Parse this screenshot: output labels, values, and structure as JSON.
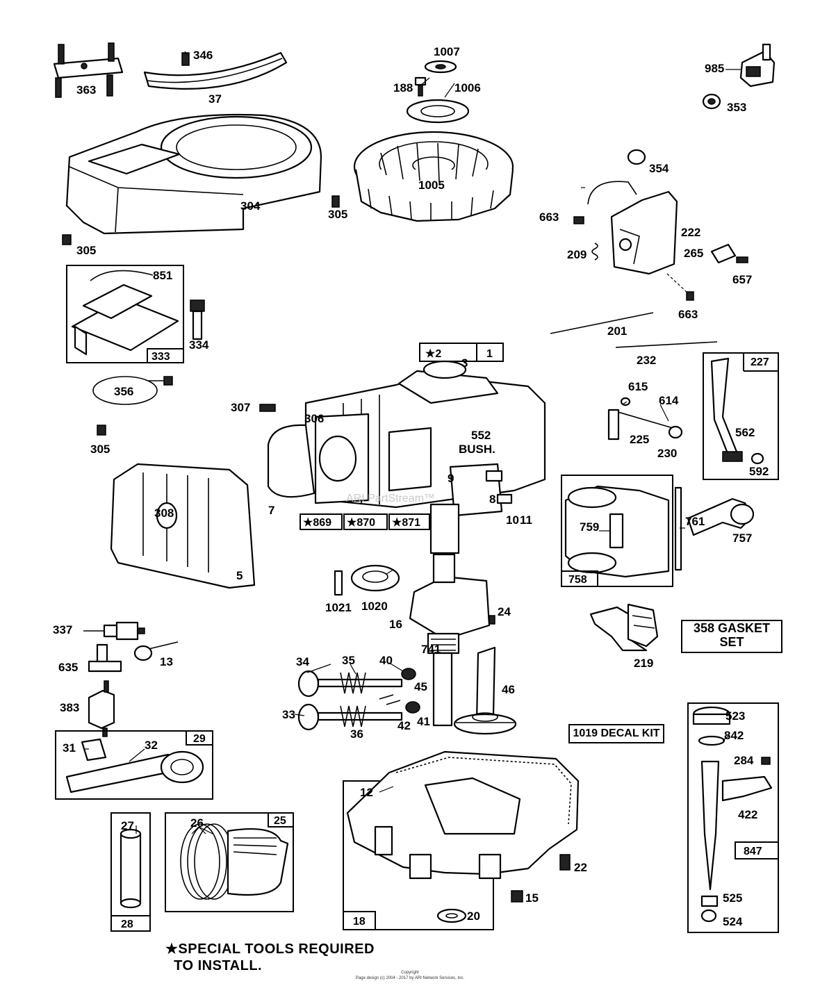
{
  "diagram": {
    "callouts": [
      {
        "id": "363",
        "text": "363"
      },
      {
        "id": "346",
        "text": "346"
      },
      {
        "id": "37",
        "text": "37"
      },
      {
        "id": "1007",
        "text": "1007"
      },
      {
        "id": "188",
        "text": "188"
      },
      {
        "id": "1006",
        "text": "1006"
      },
      {
        "id": "985",
        "text": "985"
      },
      {
        "id": "353",
        "text": "353"
      },
      {
        "id": "304",
        "text": "304"
      },
      {
        "id": "305a",
        "text": "305"
      },
      {
        "id": "1005",
        "text": "1005"
      },
      {
        "id": "305b",
        "text": "305"
      },
      {
        "id": "354",
        "text": "354"
      },
      {
        "id": "663a",
        "text": "663"
      },
      {
        "id": "222",
        "text": "222"
      },
      {
        "id": "209",
        "text": "209"
      },
      {
        "id": "265",
        "text": "265"
      },
      {
        "id": "657",
        "text": "657"
      },
      {
        "id": "663b",
        "text": "663"
      },
      {
        "id": "851",
        "text": "851"
      },
      {
        "id": "334",
        "text": "334"
      },
      {
        "id": "201",
        "text": "201"
      },
      {
        "id": "232",
        "text": "232"
      },
      {
        "id": "356",
        "text": "356"
      },
      {
        "id": "3",
        "text": "3"
      },
      {
        "id": "307",
        "text": "307"
      },
      {
        "id": "306",
        "text": "306"
      },
      {
        "id": "552",
        "text": "552"
      },
      {
        "id": "bush",
        "text": "BUSH."
      },
      {
        "id": "615",
        "text": "615"
      },
      {
        "id": "614",
        "text": "614"
      },
      {
        "id": "225",
        "text": "225"
      },
      {
        "id": "230",
        "text": "230"
      },
      {
        "id": "562",
        "text": "562"
      },
      {
        "id": "592",
        "text": "592"
      },
      {
        "id": "305c",
        "text": "305"
      },
      {
        "id": "308",
        "text": "308"
      },
      {
        "id": "7",
        "text": "7"
      },
      {
        "id": "9",
        "text": "9"
      },
      {
        "id": "8",
        "text": "8"
      },
      {
        "id": "11",
        "text": "11"
      },
      {
        "id": "10",
        "text": "10"
      },
      {
        "id": "5",
        "text": "5"
      },
      {
        "id": "759",
        "text": "759"
      },
      {
        "id": "761",
        "text": "761"
      },
      {
        "id": "757",
        "text": "757"
      },
      {
        "id": "1021",
        "text": "1021"
      },
      {
        "id": "1020",
        "text": "1020"
      },
      {
        "id": "16",
        "text": "16"
      },
      {
        "id": "24",
        "text": "24"
      },
      {
        "id": "337",
        "text": "337"
      },
      {
        "id": "13",
        "text": "13"
      },
      {
        "id": "635",
        "text": "635"
      },
      {
        "id": "741",
        "text": "741"
      },
      {
        "id": "219",
        "text": "219"
      },
      {
        "id": "34",
        "text": "34"
      },
      {
        "id": "35",
        "text": "35"
      },
      {
        "id": "40",
        "text": "40"
      },
      {
        "id": "45",
        "text": "45"
      },
      {
        "id": "46",
        "text": "46"
      },
      {
        "id": "383",
        "text": "383"
      },
      {
        "id": "33",
        "text": "33"
      },
      {
        "id": "36",
        "text": "36"
      },
      {
        "id": "42",
        "text": "42"
      },
      {
        "id": "41",
        "text": "41"
      },
      {
        "id": "523",
        "text": "523"
      },
      {
        "id": "842",
        "text": "842"
      },
      {
        "id": "31",
        "text": "31"
      },
      {
        "id": "32",
        "text": "32"
      },
      {
        "id": "284",
        "text": "284"
      },
      {
        "id": "12",
        "text": "12"
      },
      {
        "id": "422",
        "text": "422"
      },
      {
        "id": "27",
        "text": "27"
      },
      {
        "id": "26",
        "text": "26"
      },
      {
        "id": "22",
        "text": "22"
      },
      {
        "id": "15",
        "text": "15"
      },
      {
        "id": "20",
        "text": "20"
      },
      {
        "id": "525",
        "text": "525"
      },
      {
        "id": "524",
        "text": "524"
      }
    ],
    "boxed_numbers": [
      {
        "id": "b333",
        "text": "333"
      },
      {
        "id": "b1",
        "text": "1"
      },
      {
        "id": "b2",
        "text": "★2"
      },
      {
        "id": "b227",
        "text": "227"
      },
      {
        "id": "b758",
        "text": "758"
      },
      {
        "id": "b869",
        "text": "★869"
      },
      {
        "id": "b870",
        "text": "★870"
      },
      {
        "id": "b871",
        "text": "★871"
      },
      {
        "id": "b29",
        "text": "29"
      },
      {
        "id": "b25",
        "text": "25"
      },
      {
        "id": "b28",
        "text": "28"
      },
      {
        "id": "b18",
        "text": "18"
      },
      {
        "id": "b847",
        "text": "847"
      }
    ],
    "gasket_set": {
      "line1": "358 GASKET",
      "line2": "SET"
    },
    "decal_kit": "1019 DECAL KIT",
    "watermark": "ARI PartStream™"
  },
  "note": {
    "line1": "★SPECIAL TOOLS REQUIRED",
    "line2": "  TO INSTALL."
  },
  "footer": {
    "line1": "Copyright",
    "line2": "Page design (c) 2004 - 2017 by ARI Network Services, Inc."
  }
}
